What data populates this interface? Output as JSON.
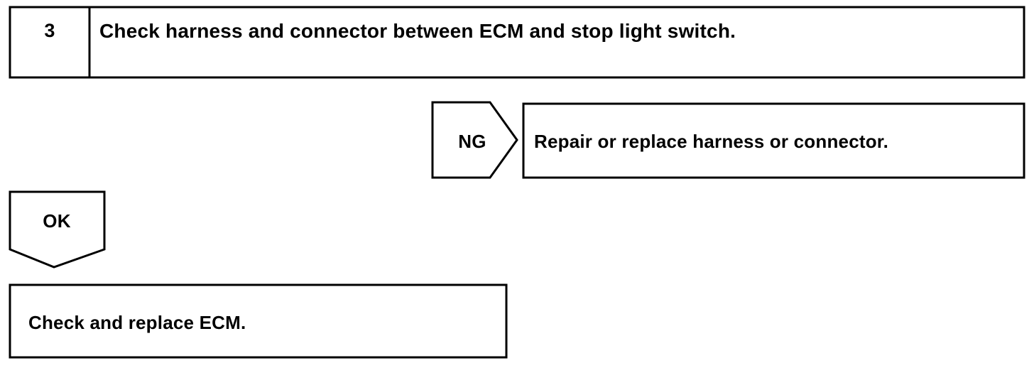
{
  "step": {
    "number": "3",
    "title": "Check harness and connector between ECM and stop light switch."
  },
  "ng_branch": {
    "label": "NG",
    "action": "Repair or replace harness or connector."
  },
  "ok_branch": {
    "label": "OK",
    "action": "Check and replace ECM."
  }
}
